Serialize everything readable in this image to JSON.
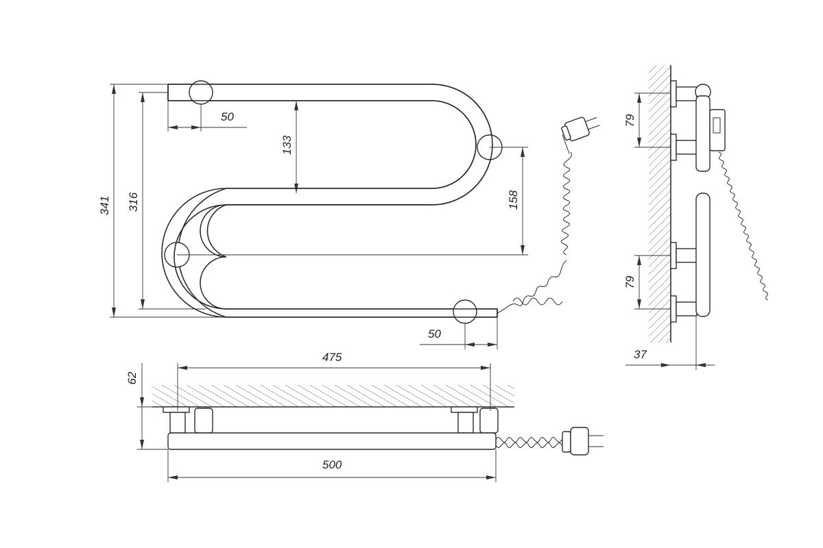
{
  "dimensions": {
    "front_total_height": "341",
    "front_pipe_height": "316",
    "top_offset": "50",
    "upper_gap": "133",
    "lower_gap": "158",
    "bottom_offset": "50",
    "top_view_mount_spacing": "475",
    "top_view_depth": "62",
    "top_view_length": "500",
    "side_upper_mount": "79",
    "side_lower_mount": "79",
    "side_wall_offset": "37"
  }
}
